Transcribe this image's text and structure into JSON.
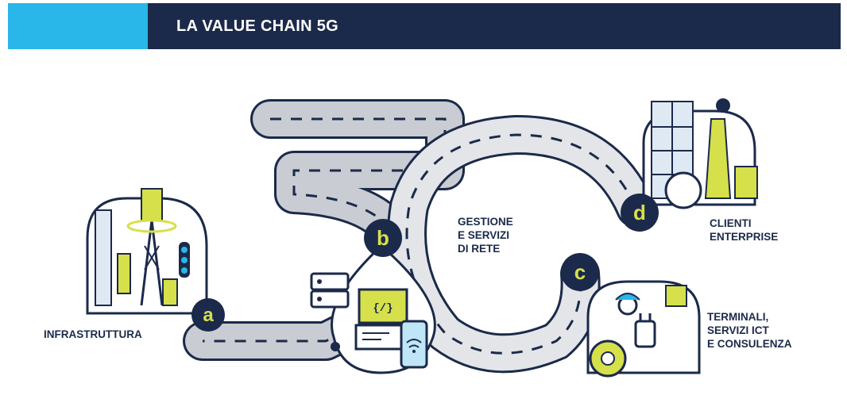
{
  "header": {
    "title": "LA VALUE CHAIN 5G"
  },
  "stages": [
    {
      "letter": "a",
      "lines": [
        "INFRASTRUTTURA"
      ]
    },
    {
      "letter": "b",
      "lines": [
        "GESTIONE",
        "E SERVIZI",
        "DI RETE"
      ]
    },
    {
      "letter": "c",
      "lines": [
        "TERMINALI,",
        "SERVIZI ICT",
        "E CONSULENZA"
      ]
    },
    {
      "letter": "d",
      "lines": [
        "CLIENTI",
        "ENTERPRISE"
      ]
    }
  ],
  "colors": {
    "accent_cyan": "#29b6e8",
    "navy": "#1b2a4a",
    "road_gray": "#c9ccd2",
    "road_light": "#e3e5e8",
    "lime": "#d6e04b",
    "badge_dark": "#1b2a4a"
  },
  "icons": [
    "cell-tower-icon",
    "server-icon",
    "code-window-icon",
    "smartphone-icon",
    "factory-icon",
    "worker-icon",
    "gear-icon"
  ]
}
